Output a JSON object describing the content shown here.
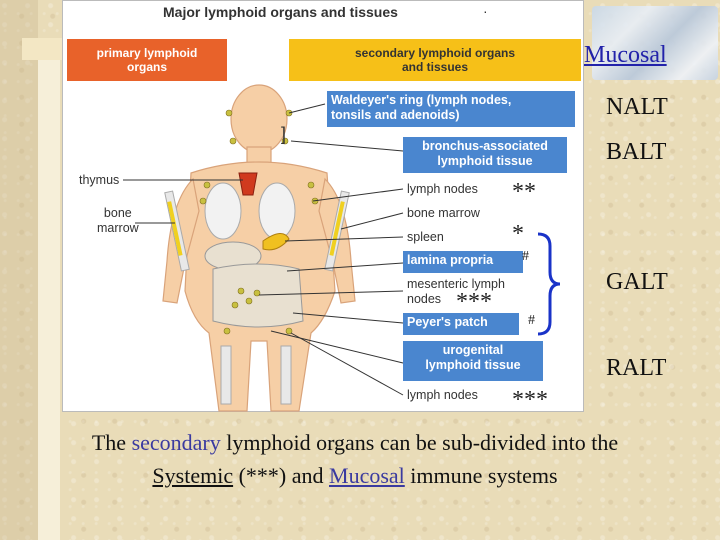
{
  "figure": {
    "title": "Major lymphoid organs and tissues",
    "title_dot": "·",
    "header_primary": "primary lymphoid\norgans",
    "header_secondary": "secondary lymphoid organs\nand tissues",
    "left_labels": {
      "thymus": "thymus",
      "bone_marrow": "bone\nmarrow"
    },
    "right_labels": {
      "waldeyer": "Waldeyer's ring (lymph nodes,\ntonsils and adenoids)",
      "balt": "bronchus-associated\nlymphoid tissue",
      "lymph_nodes_1": "lymph nodes",
      "bone_marrow": "bone marrow",
      "spleen": "spleen",
      "lamina_propria": "lamina propria",
      "mesenteric": "mesenteric lymph\nnodes",
      "peyers": "Peyer's patch",
      "urogenital": "urogenital\nlymphoid tissue",
      "lymph_nodes_2": "lymph nodes"
    },
    "bracket_mark": "]"
  },
  "markers": {
    "double_star": "**",
    "single_star": "*",
    "triple_star_mid": "***",
    "triple_star_bottom": "***",
    "hash_1": "#",
    "hash_2": "#"
  },
  "slide": {
    "mucosal_heading": "Mucosal",
    "nalt": "NALT",
    "balt": "BALT",
    "galt": "GALT",
    "ralt": "RALT",
    "caption_1": "The ",
    "caption_secondary": "secondary",
    "caption_2": " lymphoid organs can be sub-divided into the",
    "caption_systemic": "Systemic",
    "caption_3": " (***) and ",
    "caption_mucosal": "Mucosal",
    "caption_4": " immune systems"
  },
  "colors": {
    "primary_header": "#e8622a",
    "secondary_header": "#f6c018",
    "blue_box": "#4a86cf",
    "brace": "#1a33c8",
    "link_text": "#2222aa"
  }
}
